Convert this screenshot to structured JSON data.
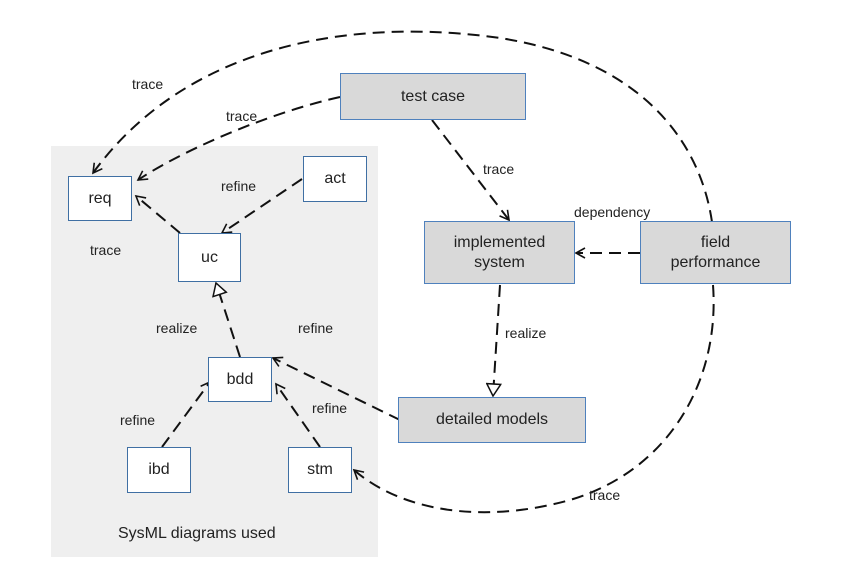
{
  "nodes": {
    "req": "req",
    "act": "act",
    "uc": "uc",
    "bdd": "bdd",
    "ibd": "ibd",
    "stm": "stm",
    "test_case": "test case",
    "implemented_system": "implemented\nsystem",
    "field_performance": "field\nperformance",
    "detailed_models": "detailed models"
  },
  "edge_labels": {
    "trace_outer_top": "trace",
    "trace_testcase_req": "trace",
    "trace_testcase_impl": "trace",
    "refine_act_uc": "refine",
    "trace_uc_req": "trace",
    "dependency": "dependency",
    "realize_bdd_uc": "realize",
    "refine_detailed_bdd": "refine",
    "realize_impl_detailed": "realize",
    "refine_ibd_bdd": "refine",
    "refine_stm_bdd": "refine",
    "trace_field_stm": "trace"
  },
  "panel_caption": "SysML diagrams used"
}
